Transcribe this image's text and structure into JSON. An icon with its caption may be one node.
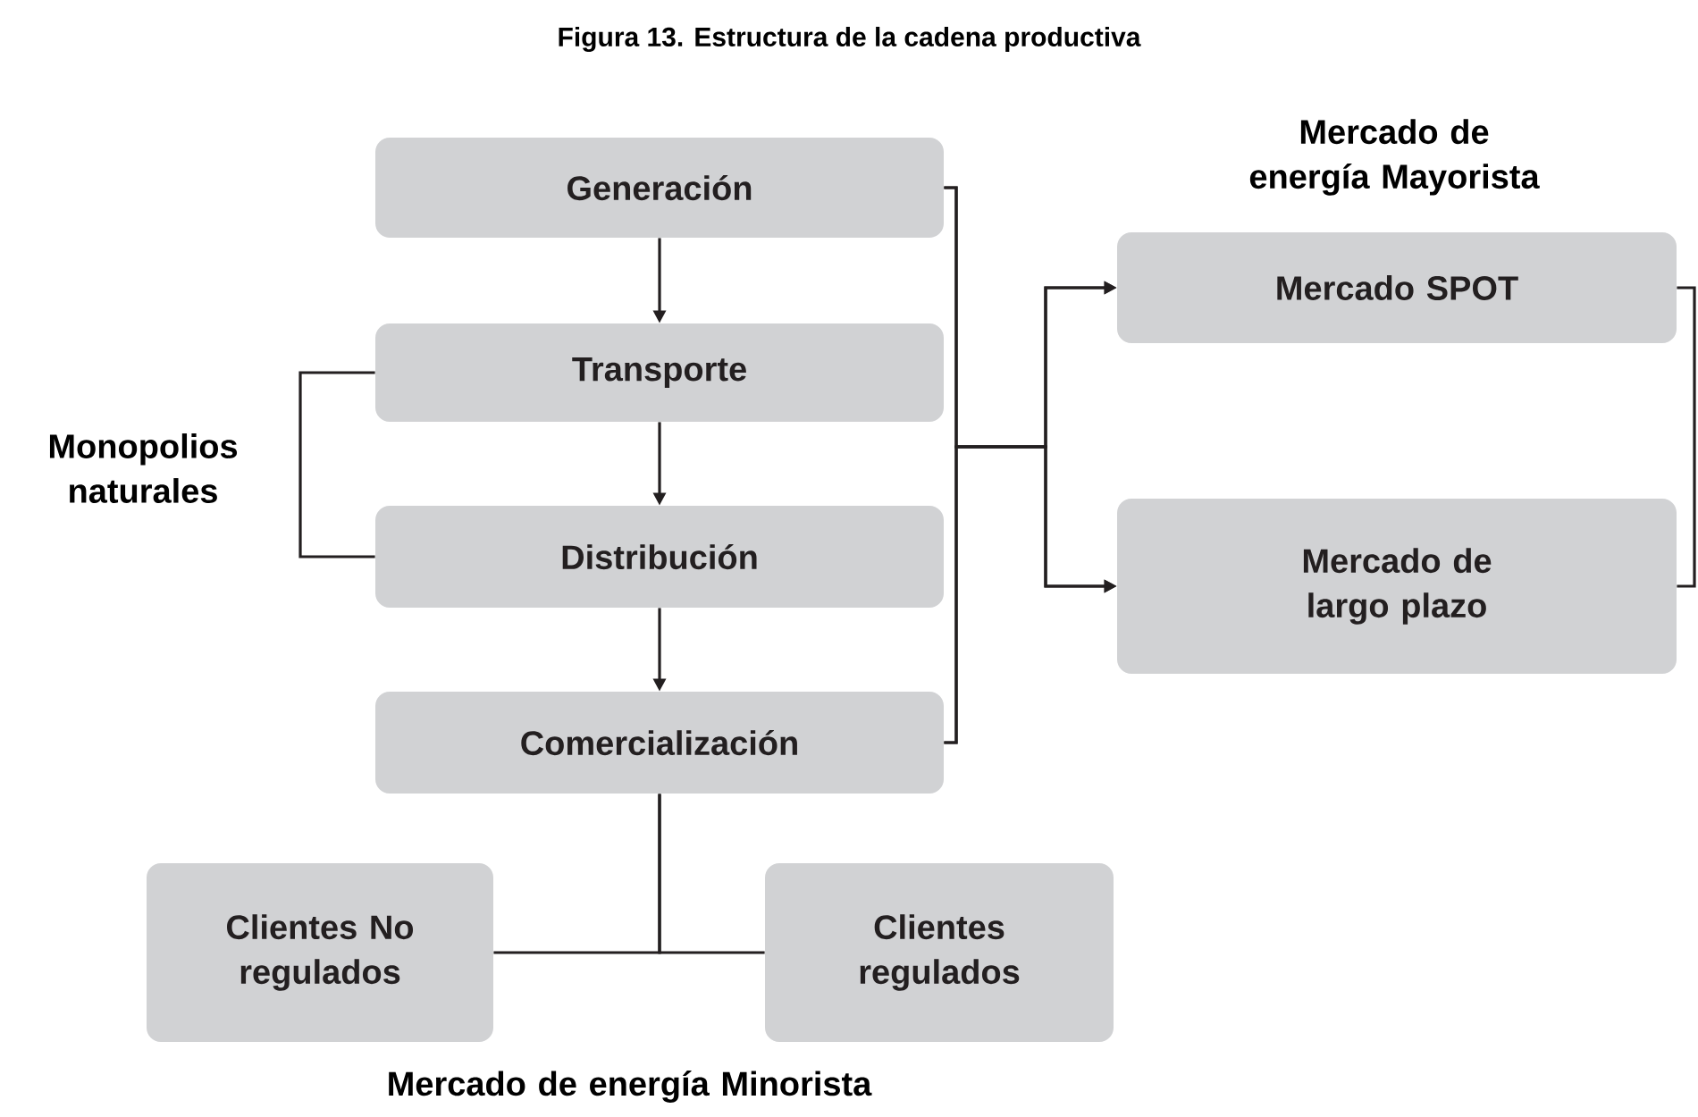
{
  "diagram": {
    "title": "Figura 13. Estructura de la cadena productiva",
    "nodes": [
      {
        "text": [
          "Generación"
        ]
      },
      {
        "text": [
          "Transporte"
        ]
      },
      {
        "text": [
          "Distribución"
        ]
      },
      {
        "text": [
          "Comercialización"
        ]
      },
      {
        "text": [
          "Mercado SPOT"
        ]
      },
      {
        "text": [
          "Mercado de largo plazo"
        ]
      },
      {
        "text": [
          "Clientes No regulados"
        ]
      },
      {
        "text": [
          "Clientes regulados"
        ]
      }
    ],
    "edges": [
      {
        "from": 0,
        "to": 1,
        "arrow": "to"
      },
      {
        "from": 1,
        "to": 2,
        "arrow": "to"
      },
      {
        "from": 2,
        "to": 3,
        "arrow": "to"
      },
      {
        "from": 1,
        "to": 2,
        "arrow": "none",
        "label": "Monopolios naturales"
      },
      {
        "from": 0,
        "to": 4,
        "arrow": "to"
      },
      {
        "from": 0,
        "to": 5,
        "arrow": "to"
      },
      {
        "from": 3,
        "to": 4,
        "arrow": "to"
      },
      {
        "from": 3,
        "to": 5,
        "arrow": "to"
      },
      {
        "from": 4,
        "to": 5,
        "arrow": "none"
      },
      {
        "from": 3,
        "to": 6,
        "arrow": "none"
      },
      {
        "from": 3,
        "to": 7,
        "arrow": "none"
      }
    ],
    "labels": [
      "Mercado de energía Mayorista",
      "Mercado de energía Minorista"
    ]
  }
}
